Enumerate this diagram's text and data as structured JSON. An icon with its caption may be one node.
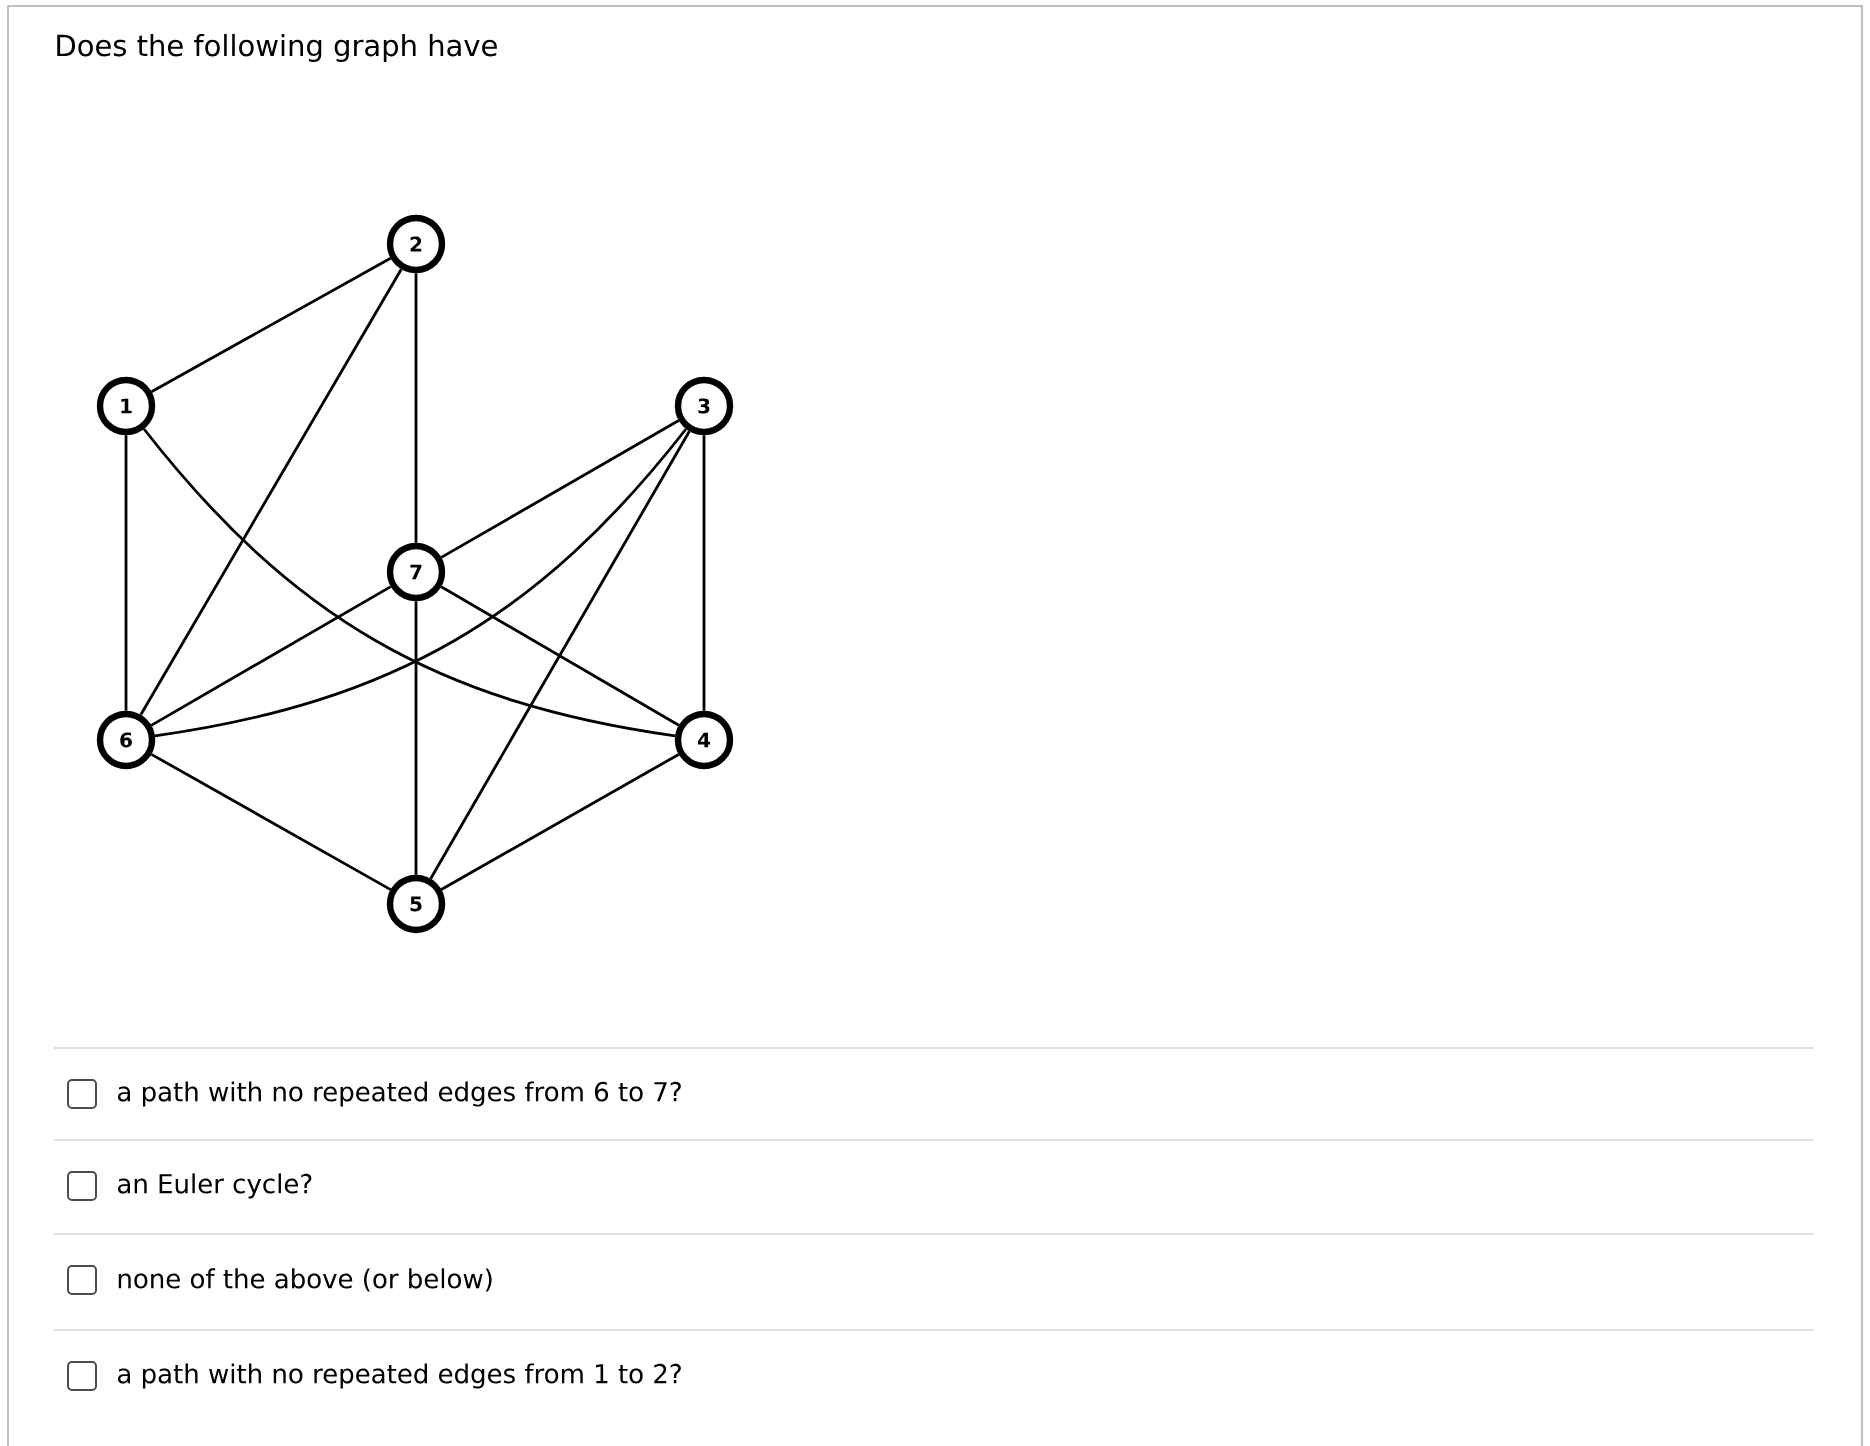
{
  "diagram": {
    "title": "Does the following graph have",
    "nodes": [
      {
        "text": [
          "2"
        ]
      },
      {
        "text": [
          "1"
        ]
      },
      {
        "text": [
          "3"
        ]
      },
      {
        "text": [
          "7"
        ]
      },
      {
        "text": [
          "6"
        ]
      },
      {
        "text": [
          "4"
        ]
      },
      {
        "text": [
          "5"
        ]
      }
    ],
    "edges": [
      {
        "from": 1,
        "to": 0,
        "arrow": "none"
      },
      {
        "from": 0,
        "to": 4,
        "arrow": "none"
      },
      {
        "from": 0,
        "to": 3,
        "arrow": "none"
      },
      {
        "from": 1,
        "to": 4,
        "arrow": "none"
      },
      {
        "from": 1,
        "to": 5,
        "arrow": "none"
      },
      {
        "from": 2,
        "to": 3,
        "arrow": "none"
      },
      {
        "from": 4,
        "to": 2,
        "arrow": "none"
      },
      {
        "from": 2,
        "to": 6,
        "arrow": "none"
      },
      {
        "from": 2,
        "to": 5,
        "arrow": "none"
      },
      {
        "from": 3,
        "to": 4,
        "arrow": "none"
      },
      {
        "from": 3,
        "to": 5,
        "arrow": "none"
      },
      {
        "from": 3,
        "to": 6,
        "arrow": "none"
      },
      {
        "from": 4,
        "to": 6,
        "arrow": "none"
      },
      {
        "from": 5,
        "to": 6,
        "arrow": "none"
      }
    ],
    "labels": [
      "a path with no repeated edges from 6 to 7?",
      "an Euler cycle?",
      "none of the above (or below)",
      "a path with no repeated edges from 1 to 2?"
    ]
  }
}
